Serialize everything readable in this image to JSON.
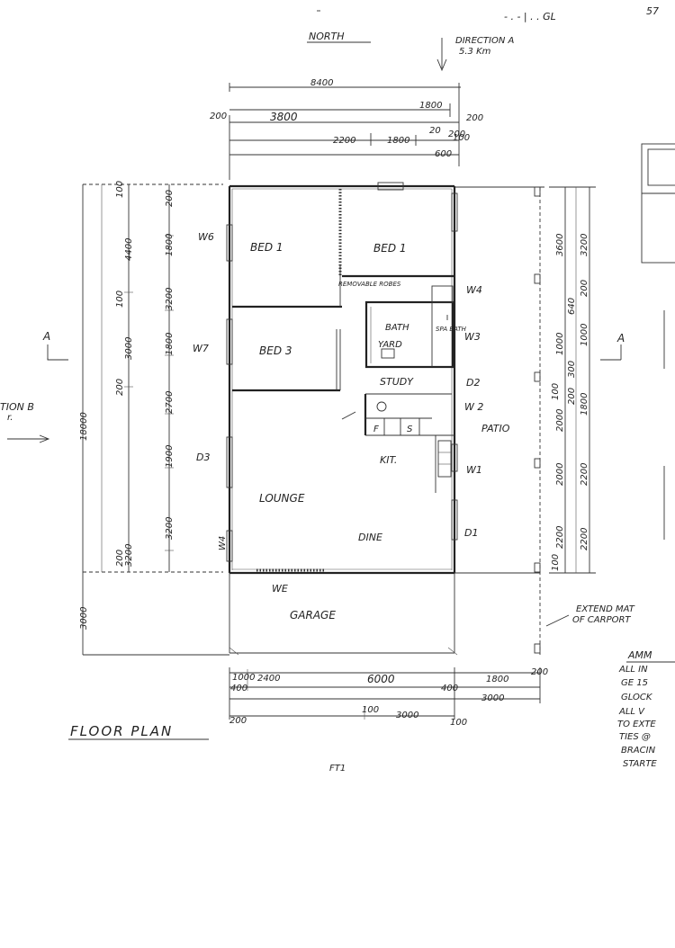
{
  "page_marks": {
    "top_right": "- . - | . . GL",
    "corner": "57"
  },
  "north_label": "NORTH",
  "direction_a": {
    "line1": "DIRECTION A",
    "line2": "5.3 Km"
  },
  "direction_b": {
    "line1": "TION B",
    "line2": "r."
  },
  "section_a_left": "A",
  "section_a_right": "A",
  "top_dims": {
    "overall": "8400",
    "left_a": "3800",
    "right_a": "1800",
    "mid_left": "2200",
    "mid_right": "1800",
    "small": "200",
    "edge_left": "200",
    "edge_right": "200",
    "tiny_a": "20",
    "tiny_b": "600",
    "tiny_c": "100"
  },
  "left_dims": {
    "overall": "18000",
    "tier1": [
      "4400",
      "3000",
      "3200"
    ],
    "tier2": [
      "1800",
      "3200",
      "1800",
      "2700",
      "1900",
      "3200"
    ],
    "small": [
      "200",
      "100",
      "100",
      "200",
      "200"
    ],
    "garage": "3000"
  },
  "right_dims": {
    "outer": [
      "3600",
      "2000",
      "2000",
      "1000",
      "2200"
    ],
    "inner": [
      "3200",
      "200",
      "1000",
      "1800",
      "2200",
      "2200"
    ],
    "small": [
      "640",
      "300",
      "200",
      "100",
      "100"
    ]
  },
  "bottom_dims": {
    "a": "1000",
    "b": "2400",
    "c": "6000",
    "d": "1800",
    "e": "3000",
    "f": "3000",
    "g": "400",
    "h": "400",
    "i": "200",
    "j": "100",
    "k": "200",
    "l": "100"
  },
  "rooms": {
    "bed1_left": "BED 1",
    "bed1_right": "BED 1",
    "bed3": "BED 3",
    "bath": "BATH",
    "yard": "YARD",
    "spa_bath": "SPA BATH",
    "study": "STUDY",
    "kit": "KIT.",
    "lounge": "LOUNGE",
    "dine": "DINE",
    "garage": "GARAGE",
    "patio": "PATIO",
    "we": "WE",
    "f": "F",
    "s": "S",
    "robes_note": "REMOVABLE ROBES"
  },
  "windows": {
    "w1": "W1",
    "w2": "W 2",
    "w3": "W3",
    "w4": "W4",
    "w6": "W6",
    "w7": "W7",
    "d1": "D1",
    "d2": "D2",
    "d3": "D3",
    "w4b": "W4"
  },
  "title": "FLOOR PLAN",
  "bottom_mark": "FT1",
  "carport_note": {
    "line1": "EXTEND MAT",
    "line2": "OF CARPORT"
  },
  "amm_note": {
    "heading": "AMM",
    "lines": [
      "ALL IN",
      "GE 15",
      "GLOCK",
      "ALL V",
      "TO EXTE",
      "TIES @",
      "BRACIN",
      "STARTE"
    ]
  }
}
